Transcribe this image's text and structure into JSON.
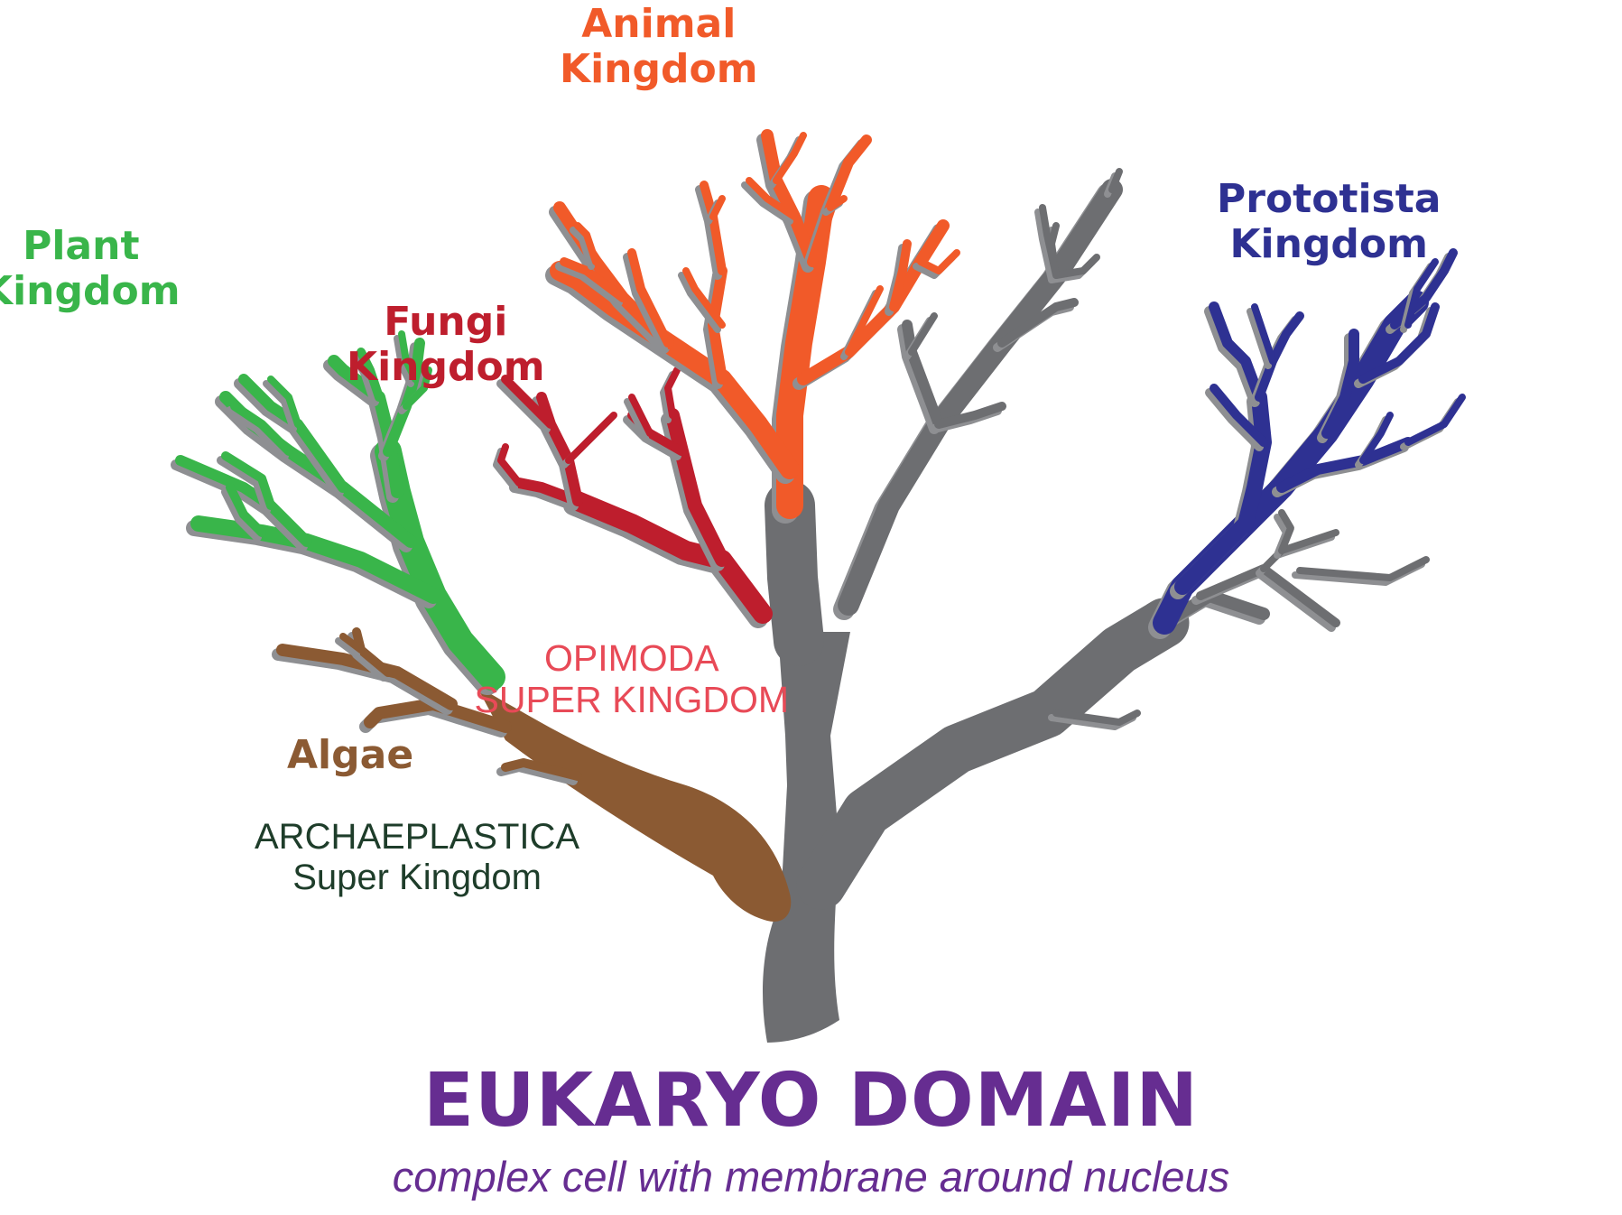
{
  "title": "EUKARYO  DOMAIN",
  "subtitle": "complex cell with membrane around nucleus",
  "kingdoms": {
    "animal": {
      "line1": "Animal",
      "line2": "Kingdom"
    },
    "prototista": {
      "line1": "Prototista",
      "line2": "Kingdom"
    },
    "plant": {
      "line1": "Plant",
      "line2": "Kingdom"
    },
    "fungi": {
      "line1": "Fungi",
      "line2": "Kingdom"
    },
    "algae": {
      "line1": "Algae"
    }
  },
  "super_kingdoms": {
    "opimoda": {
      "line1": "OPIMODA",
      "line2": "SUPER KINGDOM"
    },
    "archaeplastica": {
      "line1": "ARCHAEPLASTICA",
      "line2": "Super Kingdom"
    }
  },
  "colors": {
    "trunk": "#6d6e71",
    "shadow": "#8e8f92",
    "animal": "#f15a29",
    "fungi": "#be1e2d",
    "plant": "#39b54a",
    "algae": "#8b5a33",
    "prototista": "#2e3192",
    "opimoda_text": "#e84a57",
    "archae_text": "#1e3d2a",
    "title": "#662d91"
  }
}
